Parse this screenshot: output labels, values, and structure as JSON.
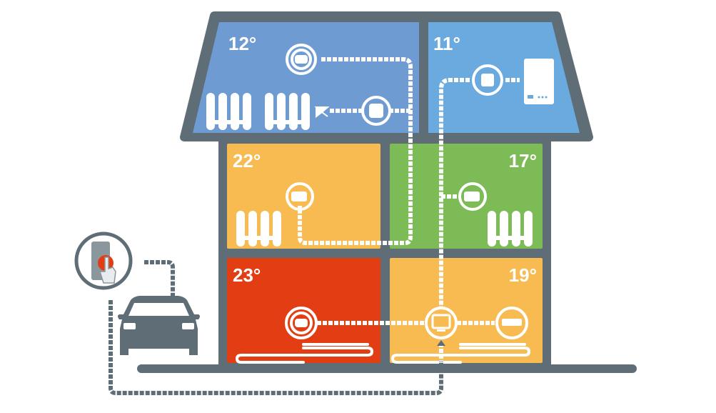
{
  "rooms": [
    {
      "id": "attic-left",
      "temperature": "12°",
      "color": "#6f9bd3"
    },
    {
      "id": "attic-right",
      "temperature": "11°",
      "color": "#6aaadf"
    },
    {
      "id": "first-floor-left",
      "temperature": "22°",
      "color": "#f7bb52"
    },
    {
      "id": "first-floor-right",
      "temperature": "17°",
      "color": "#7cbb55"
    },
    {
      "id": "ground-floor-left",
      "temperature": "23°",
      "color": "#e33d14"
    },
    {
      "id": "ground-floor-right",
      "temperature": "19°",
      "color": "#f7bb52"
    }
  ],
  "colors": {
    "structure": "#5f6e76",
    "phone_accent": "#e33d14"
  }
}
